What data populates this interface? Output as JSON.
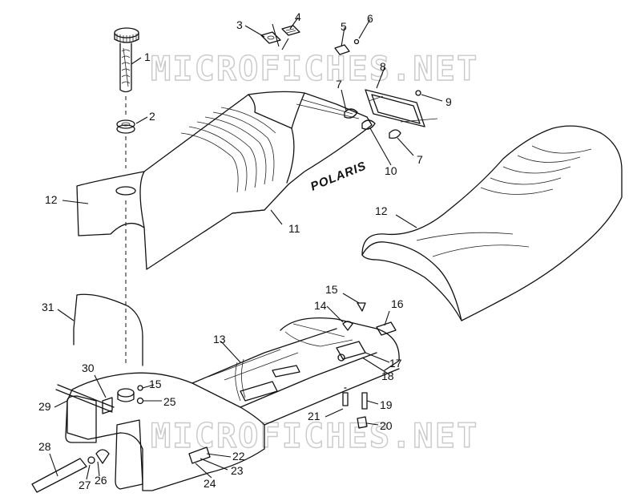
{
  "watermark": {
    "top": "MICROFICHES.NET",
    "bottom": "MICROFICHES.NET"
  },
  "seat_brand_label": "POLARIS",
  "callouts": [
    "1",
    "2",
    "3",
    "4",
    "5",
    "6",
    "7",
    "7",
    "8",
    "9",
    "10",
    "11",
    "12",
    "12",
    "13",
    "14",
    "15",
    "15",
    "16",
    "17",
    "18",
    "19",
    "20",
    "21",
    "22",
    "23",
    "24",
    "25",
    "26",
    "27",
    "28",
    "29",
    "30",
    "31"
  ]
}
